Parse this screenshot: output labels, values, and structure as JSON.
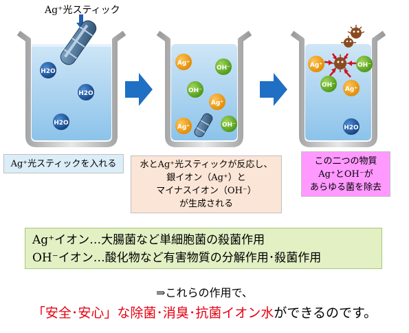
{
  "stick_label": "Ag⁺光スティック",
  "ions": {
    "h2o": "H2O",
    "ag": "Ag⁺",
    "oh": "OH⁻"
  },
  "captions": {
    "step1": "Ag⁺光スティックを入れる",
    "step2_line1": "水とAg⁺光スティックが反応し、",
    "step2_line2": "銀イオン（Ag⁺）と",
    "step2_line3": "マイナスイオン（OH⁻）",
    "step2_line4": "が生成される",
    "step3_line1": "この二つの物質",
    "step3_line2": "Ag⁺とOH⁻が",
    "step3_line3": "あらゆる菌を除去"
  },
  "effects": {
    "line1": "Ag⁺イオン…大腸菌など単細胞菌の殺菌作用",
    "line2": "OH⁻イオン…酸化物など有害物質の分解作用･殺菌作用"
  },
  "conclusion": {
    "line1": "⇒これらの作用で、",
    "highlight": "「安全･安心」な除菌･消臭･抗菌イオン水",
    "tail": "ができるのです。"
  },
  "colors": {
    "h2o": "#1f5fae",
    "ag": "#f5a623",
    "oh": "#6ab42d",
    "arrow": "#1f5fae",
    "highlight": "#e60012"
  }
}
